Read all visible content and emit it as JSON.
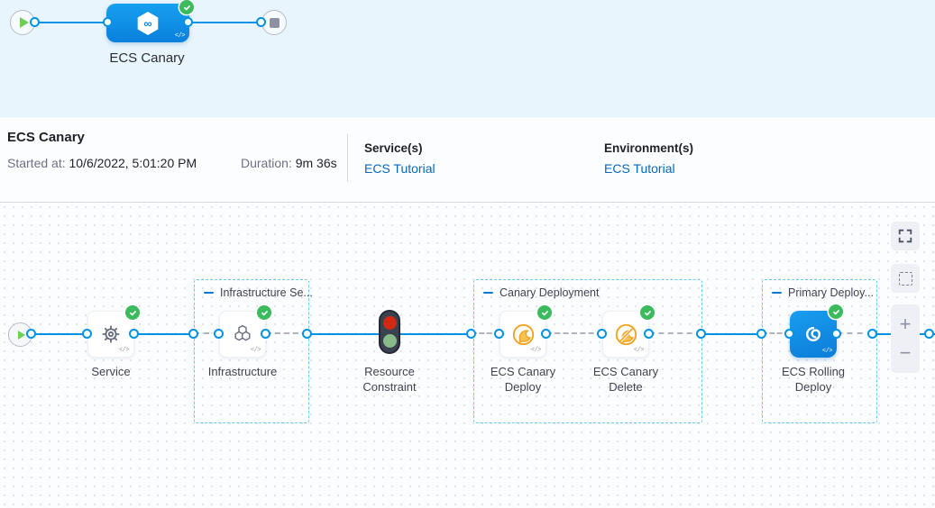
{
  "colors": {
    "accent_blue": "#0092e4",
    "node_blue": "#0d86e4",
    "success_green": "#3bbb5d",
    "canary_amber": "#f1a31f",
    "link_blue": "#0267bf",
    "minimap_bg": "#e8f5fc"
  },
  "minimap": {
    "stage": {
      "label": "ECS Canary",
      "status": "success",
      "icon": "harness-cd-hexagon-icon",
      "icon_glyph": "∞"
    },
    "start_icon": "play-icon",
    "end_icon": "stop-icon",
    "code_glyph": "</>"
  },
  "summary": {
    "title": "ECS Canary",
    "started_label": "Started at:",
    "started_value": "10/6/2022, 5:01:20 PM",
    "duration_label": "Duration:",
    "duration_value": "9m 36s",
    "services": {
      "label": "Service(s)",
      "value": "ECS Tutorial"
    },
    "environments": {
      "label": "Environment(s)",
      "value": "ECS Tutorial"
    }
  },
  "graph": {
    "groups": [
      {
        "title": "Infrastructure Se...",
        "icon": "collapse-minus-icon"
      },
      {
        "title": "Canary Deployment",
        "icon": "collapse-minus-icon"
      },
      {
        "title": "Primary Deploy...",
        "icon": "collapse-minus-icon"
      }
    ],
    "nodes": [
      {
        "label": "Service",
        "icon": "gear-icon",
        "status": "success"
      },
      {
        "label": "Infrastructure",
        "icon": "hexagons-icon",
        "status": "success"
      },
      {
        "label": "Resource Constraint",
        "icon": "traffic-light-icon"
      },
      {
        "label": "ECS Canary Deploy",
        "icon": "canary-bird-icon",
        "status": "success"
      },
      {
        "label": "ECS Canary Delete",
        "icon": "canary-bird-slash-icon",
        "status": "success"
      },
      {
        "label": "ECS Rolling Deploy",
        "icon": "ecs-rolling-icon",
        "status": "success"
      }
    ],
    "code_glyph": "</>"
  },
  "canvas_controls": {
    "fullscreen_icon": "fullscreen-icon",
    "selection_icon": "marquee-selection-icon",
    "zoom_in_label": "+",
    "zoom_out_label": "−"
  }
}
